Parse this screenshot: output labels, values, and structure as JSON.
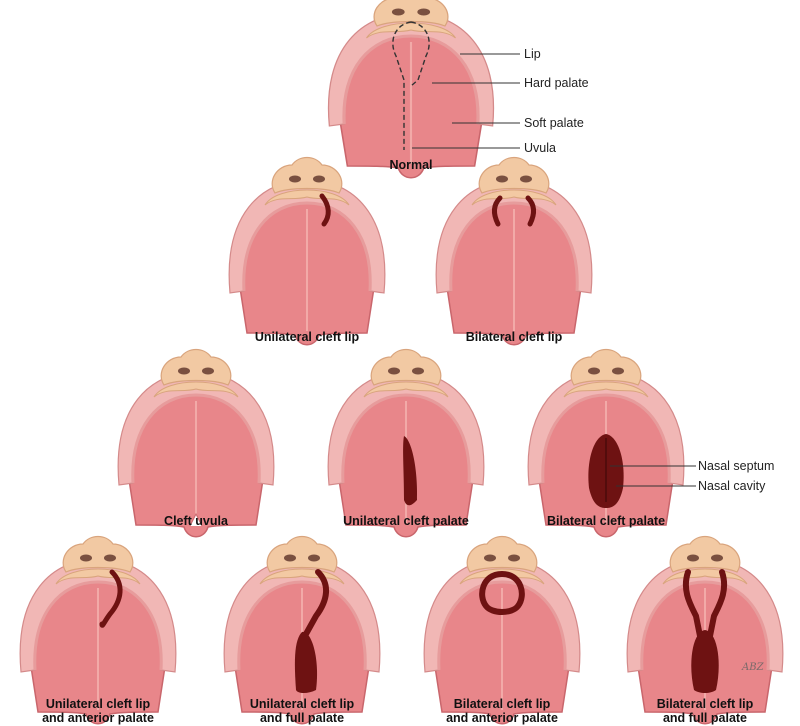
{
  "labels": {
    "lip": "Lip",
    "hard_palate": "Hard palate",
    "soft_palate": "Soft palate",
    "uvula": "Uvula",
    "nasal_septum": "Nasal septum",
    "nasal_cavity": "Nasal cavity"
  },
  "captions": {
    "normal": "Normal",
    "unilateral_cleft_lip": "Unilateral cleft lip",
    "bilateral_cleft_lip": "Bilateral cleft lip",
    "cleft_uvula": "Cleft uvula",
    "unilateral_cleft_palate": "Unilateral cleft palate",
    "bilateral_cleft_palate": "Bilateral cleft palate",
    "uni_lip_anterior_1": "Unilateral cleft lip",
    "uni_lip_anterior_2": "and anterior palate",
    "uni_lip_full_1": "Unilateral cleft lip",
    "uni_lip_full_2": "and full palate",
    "bi_lip_anterior_1": "Bilateral cleft lip",
    "bi_lip_anterior_2": "and anterior palate",
    "bi_lip_full_1": "Bilateral cleft lip",
    "bi_lip_full_2": "and full palate"
  },
  "signature": "ABZ",
  "colors": {
    "palate": "#e8868a",
    "palate_edge": "#c9666c",
    "gum": "#f1b7b5",
    "nose": "#f2c9a3",
    "nose_edge": "#d9a47d",
    "cleft": "#6e1212"
  }
}
